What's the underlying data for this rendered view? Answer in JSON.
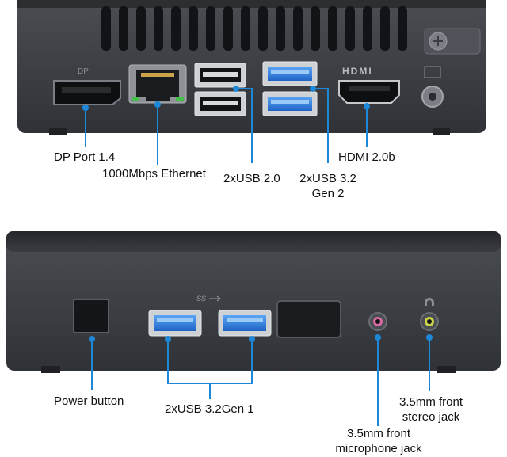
{
  "rear_panel": {
    "ports": {
      "displayport": "DP Port 1.4",
      "ethernet": "1000Mbps Ethernet",
      "usb2": "2xUSB 2.0",
      "usb32_gen2_line1": "2xUSB 3.2",
      "usb32_gen2_line2": "Gen 2",
      "hdmi": "HDMI 2.0b"
    },
    "silkscreen": {
      "hdmi": "HDMI",
      "dp": "DP"
    }
  },
  "front_panel": {
    "ports": {
      "power_button": "Power button",
      "usb32_gen1": "2xUSB 3.2Gen 1",
      "stereo_line1": "3.5mm front",
      "stereo_line2": "stereo jack",
      "mic_line1": "3.5mm front",
      "mic_line2": "microphone jack"
    },
    "silkscreen": {
      "ss": "SS"
    }
  },
  "colors": {
    "chassis": "#3a3d42",
    "chassis_top": "#2a2c30",
    "callout_line": "#1e88d8",
    "usb3_blue": "#2f7fe0"
  }
}
